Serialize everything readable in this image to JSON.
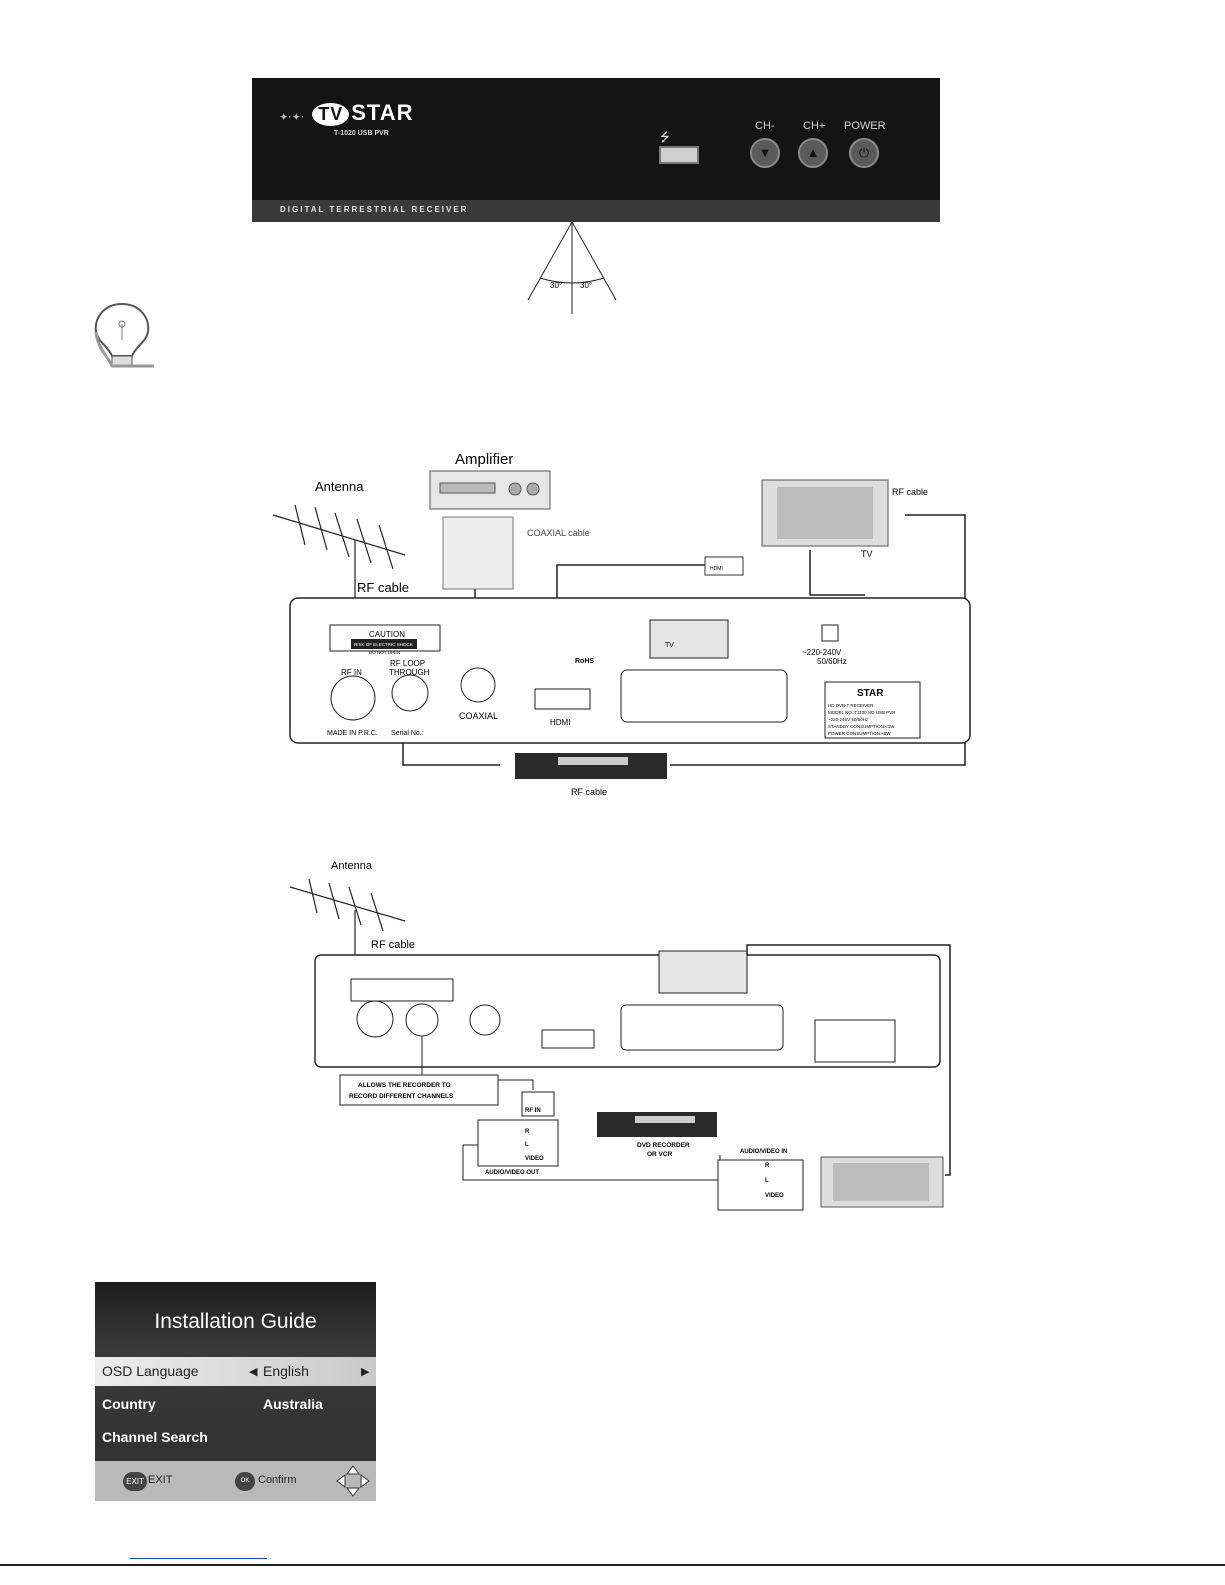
{
  "front_panel": {
    "brand": "STAR",
    "brand_badge": "TV",
    "model": "T-1020 USB PVR",
    "strip_text": "DIGITAL TERRESTRIAL RECEIVER",
    "buttons": {
      "ch_minus": "CH-",
      "ch_plus": "CH+",
      "power": "POWER"
    }
  },
  "angle": {
    "left": "30°",
    "right": "30°"
  },
  "diagram1": {
    "amplifier": "Amplifier",
    "antenna": "Antenna",
    "rf_cable_top": "RF cable",
    "rf_cable_tv": "RF cable",
    "coaxial_cable": "COAXIAL cable",
    "tv": "TV",
    "hdmi_small": "HDMI",
    "caution": "CAUTION",
    "caution_sub1": "RISK OF ELECTRIC SHOCK",
    "caution_sub2": "DO NOT OPEN",
    "rf_in": "RF IN",
    "rf_loop": "RF LOOP",
    "through": "THROUGH",
    "coaxial": "COAXIAL",
    "hdmi": "HDMI",
    "made_in": "MADE IN P.R.C.",
    "serial": "Serial No.:",
    "rohs": "RoHS",
    "tv_scart": "TV",
    "power": "~220-240V",
    "freq": "50/60Hz",
    "label_brand": "STAR",
    "label_lines": [
      "HD DVB-T RECEIVER",
      "MODEL NO.:T1100 HD USB PVR",
      "~220-240V 50/60Hz",
      "STANDBY CONSUMPTION:<1W",
      "POWER CONSUMPTION:<8W"
    ],
    "rf_cable_bottom": "RF cable"
  },
  "diagram2": {
    "antenna": "Antenna",
    "rf_cable": "RF cable",
    "note1": "ALLOWS THE RECORDER TO",
    "note2": "RECORD DIFFERENT CHANNELS",
    "rf_in": "RF IN",
    "r": "R",
    "l": "L",
    "video": "VIDEO",
    "av_out": "AUDIO/VIDEO OUT",
    "recorder1": "DVD RECORDER",
    "recorder2": "OR VCR",
    "av_in": "AUDIO/VIDEO IN"
  },
  "osd": {
    "title": "Installation Guide",
    "rows": [
      {
        "label": "OSD Language",
        "value": "English"
      },
      {
        "label": "Country",
        "value": "Australia"
      },
      {
        "label": "Channel Search",
        "value": ""
      }
    ],
    "footer": {
      "exit_btn": "EXIT",
      "exit_label": "EXIT",
      "ok_btn": "OK",
      "ok_label": "Confirm"
    }
  }
}
